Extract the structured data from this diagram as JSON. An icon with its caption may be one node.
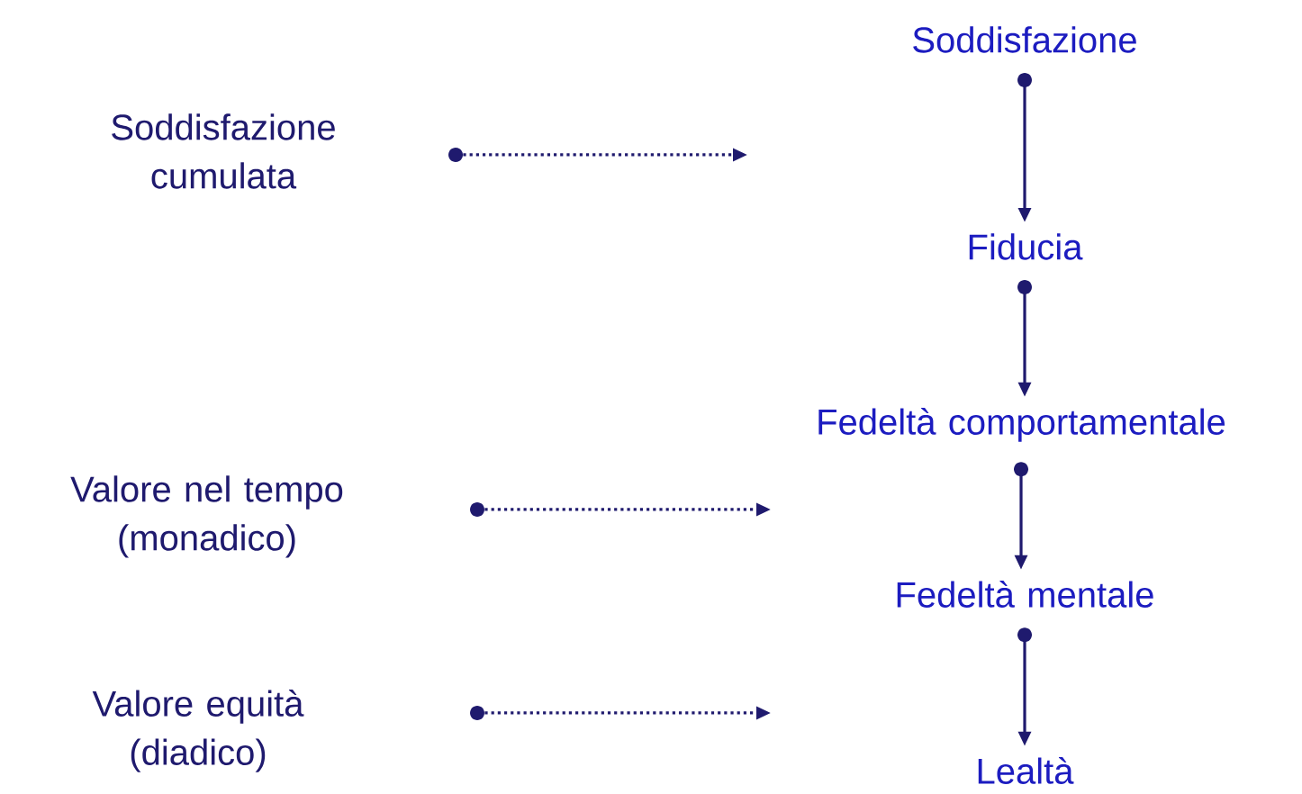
{
  "diagram": {
    "nodes": [
      {
        "text": [
          "Soddisfazione"
        ]
      },
      {
        "text": [
          "Soddisfazione cumulata"
        ]
      },
      {
        "text": [],
        "shape": "circle"
      },
      {
        "text": [
          "Fiducia"
        ]
      },
      {
        "text": [
          "Fedeltà comportamentale"
        ]
      },
      {
        "text": [
          "Valore nel tempo (monadico)"
        ]
      },
      {
        "text": [],
        "shape": "circle"
      },
      {
        "text": [
          "Fedeltà mentale"
        ]
      },
      {
        "text": [
          "Valore equità (diadico)"
        ]
      },
      {
        "text": [],
        "shape": "circle"
      },
      {
        "text": [
          "Lealtà"
        ]
      }
    ],
    "edges": [
      {
        "from": 0,
        "to": 3,
        "arrow": "to"
      },
      {
        "from": 3,
        "to": 4,
        "arrow": "to"
      },
      {
        "from": 4,
        "to": 7,
        "arrow": "to"
      },
      {
        "from": 7,
        "to": 10,
        "arrow": "to"
      },
      {
        "from": 2,
        "to": null,
        "arrow": "to",
        "style": "dashed"
      },
      {
        "from": 6,
        "to": null,
        "arrow": "to",
        "style": "dashed"
      },
      {
        "from": 9,
        "to": null,
        "arrow": "to",
        "style": "dashed"
      }
    ]
  }
}
